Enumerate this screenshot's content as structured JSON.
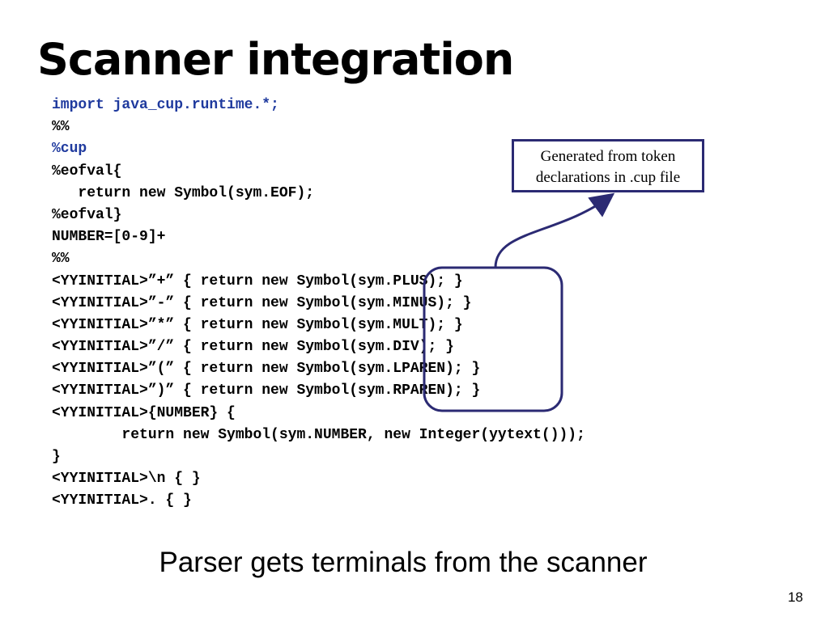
{
  "slide": {
    "title": "Scanner integration",
    "code_lines": [
      "import java_cup.runtime.*;",
      "%%",
      "%cup",
      "%eofval{",
      "   return new Symbol(sym.EOF);",
      "%eofval}",
      "NUMBER=[0-9]+",
      "%%",
      "<YYINITIAL>”+” { return new Symbol(sym.PLUS); }",
      "<YYINITIAL>”-” { return new Symbol(sym.MINUS); }",
      "<YYINITIAL>”*” { return new Symbol(sym.MULT); }",
      "<YYINITIAL>”/” { return new Symbol(sym.DIV); }",
      "<YYINITIAL>”(” { return new Symbol(sym.LPAREN); }",
      "<YYINITIAL>”)” { return new Symbol(sym.RPAREN); }",
      "<YYINITIAL>{NUMBER} {",
      "        return new Symbol(sym.NUMBER, new Integer(yytext()));",
      "}",
      "<YYINITIAL>\\n { }",
      "<YYINITIAL>. { }"
    ],
    "callout": {
      "line1": "Generated from token",
      "line2": "declarations in .cup file"
    },
    "subtitle": "Parser gets terminals from the scanner",
    "page_number": "18",
    "colors": {
      "keyword": "#1f3a9e",
      "annotation": "#2b2a73",
      "text": "#000000"
    }
  }
}
